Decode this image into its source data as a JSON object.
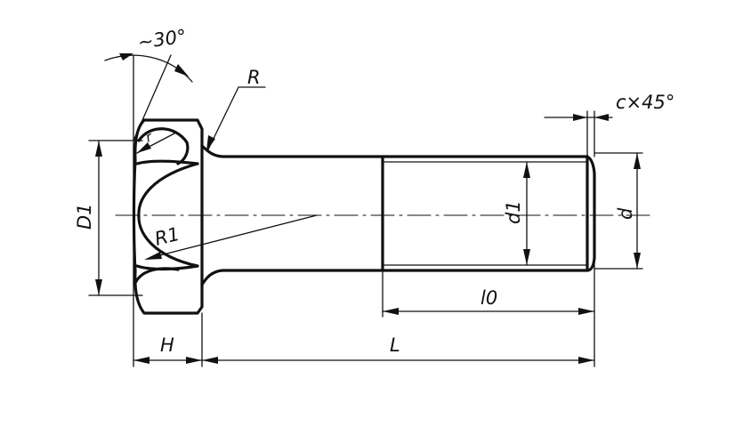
{
  "drawing": {
    "labels": {
      "angle": "~30°",
      "fillet_radius": "R",
      "chamfer": "c×45°",
      "head_diameter": "D1",
      "thread_minor_diameter": "d1",
      "thread_diameter": "d",
      "head_arc_radius": "R1",
      "face_small": "r",
      "thread_length": "l0",
      "head_height": "H",
      "bolt_length": "L"
    }
  }
}
